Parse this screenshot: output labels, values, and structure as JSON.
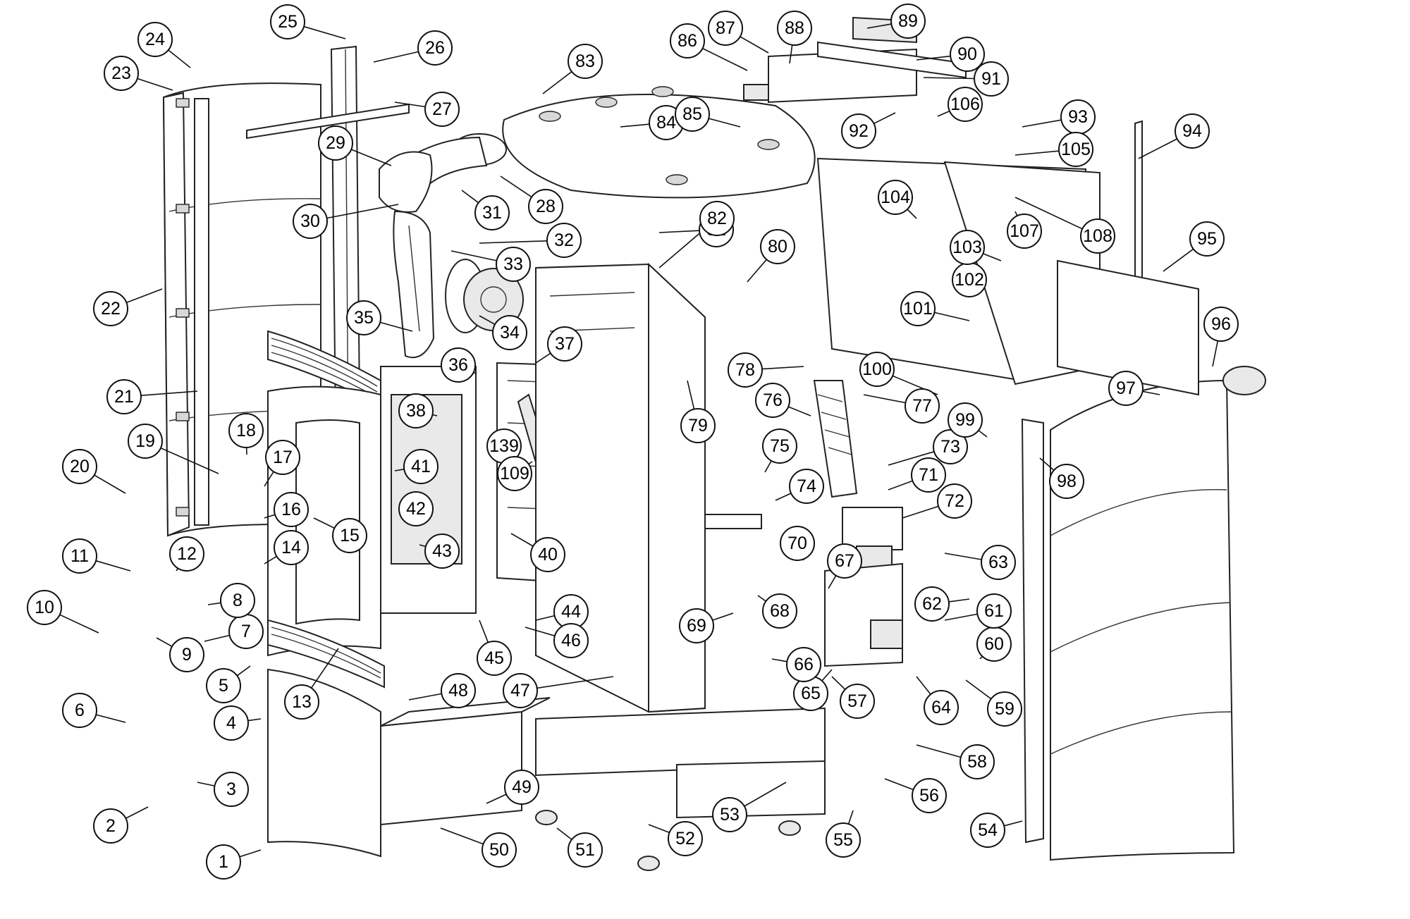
{
  "callouts": [
    {
      "label": "1"
    },
    {
      "label": "2"
    },
    {
      "label": "3"
    },
    {
      "label": "4"
    },
    {
      "label": "5"
    },
    {
      "label": "6"
    },
    {
      "label": "7"
    },
    {
      "label": "8"
    },
    {
      "label": "9"
    },
    {
      "label": "10"
    },
    {
      "label": "11"
    },
    {
      "label": "12"
    },
    {
      "label": "13"
    },
    {
      "label": "14"
    },
    {
      "label": "15"
    },
    {
      "label": "16"
    },
    {
      "label": "17"
    },
    {
      "label": "18"
    },
    {
      "label": "19"
    },
    {
      "label": "20"
    },
    {
      "label": "21"
    },
    {
      "label": "22"
    },
    {
      "label": "23"
    },
    {
      "label": "24"
    },
    {
      "label": "25"
    },
    {
      "label": "26"
    },
    {
      "label": "27"
    },
    {
      "label": "28"
    },
    {
      "label": "29"
    },
    {
      "label": "30"
    },
    {
      "label": "31"
    },
    {
      "label": "32"
    },
    {
      "label": "33"
    },
    {
      "label": "34"
    },
    {
      "label": "35"
    },
    {
      "label": "36"
    },
    {
      "label": "37"
    },
    {
      "label": "38"
    },
    {
      "label": "139"
    },
    {
      "label": "40"
    },
    {
      "label": "41"
    },
    {
      "label": "42"
    },
    {
      "label": "43"
    },
    {
      "label": "44"
    },
    {
      "label": "45"
    },
    {
      "label": "46"
    },
    {
      "label": "47"
    },
    {
      "label": "48"
    },
    {
      "label": "49"
    },
    {
      "label": "50"
    },
    {
      "label": "51"
    },
    {
      "label": "52"
    },
    {
      "label": "53"
    },
    {
      "label": "54"
    },
    {
      "label": "55"
    },
    {
      "label": "56"
    },
    {
      "label": "57"
    },
    {
      "label": "58"
    },
    {
      "label": "59"
    },
    {
      "label": "60"
    },
    {
      "label": "61"
    },
    {
      "label": "62"
    },
    {
      "label": "63"
    },
    {
      "label": "64"
    },
    {
      "label": "65"
    },
    {
      "label": "66"
    },
    {
      "label": "67"
    },
    {
      "label": "68"
    },
    {
      "label": "69"
    },
    {
      "label": "70"
    },
    {
      "label": "71"
    },
    {
      "label": "72"
    },
    {
      "label": "73"
    },
    {
      "label": "74"
    },
    {
      "label": "75"
    },
    {
      "label": "76"
    },
    {
      "label": "77"
    },
    {
      "label": "78"
    },
    {
      "label": "79"
    },
    {
      "label": "80"
    },
    {
      "label": "81"
    },
    {
      "label": "82"
    },
    {
      "label": "83"
    },
    {
      "label": "84"
    },
    {
      "label": "85"
    },
    {
      "label": "86"
    },
    {
      "label": "87"
    },
    {
      "label": "88"
    },
    {
      "label": "89"
    },
    {
      "label": "90"
    },
    {
      "label": "91"
    },
    {
      "label": "92"
    },
    {
      "label": "93"
    },
    {
      "label": "94"
    },
    {
      "label": "95"
    },
    {
      "label": "96"
    },
    {
      "label": "97"
    },
    {
      "label": "98"
    },
    {
      "label": "99"
    },
    {
      "label": "100"
    },
    {
      "label": "101"
    },
    {
      "label": "102"
    },
    {
      "label": "103"
    },
    {
      "label": "104"
    },
    {
      "label": "105"
    },
    {
      "label": "106"
    },
    {
      "label": "107"
    },
    {
      "label": "108"
    },
    {
      "label": "109"
    }
  ]
}
